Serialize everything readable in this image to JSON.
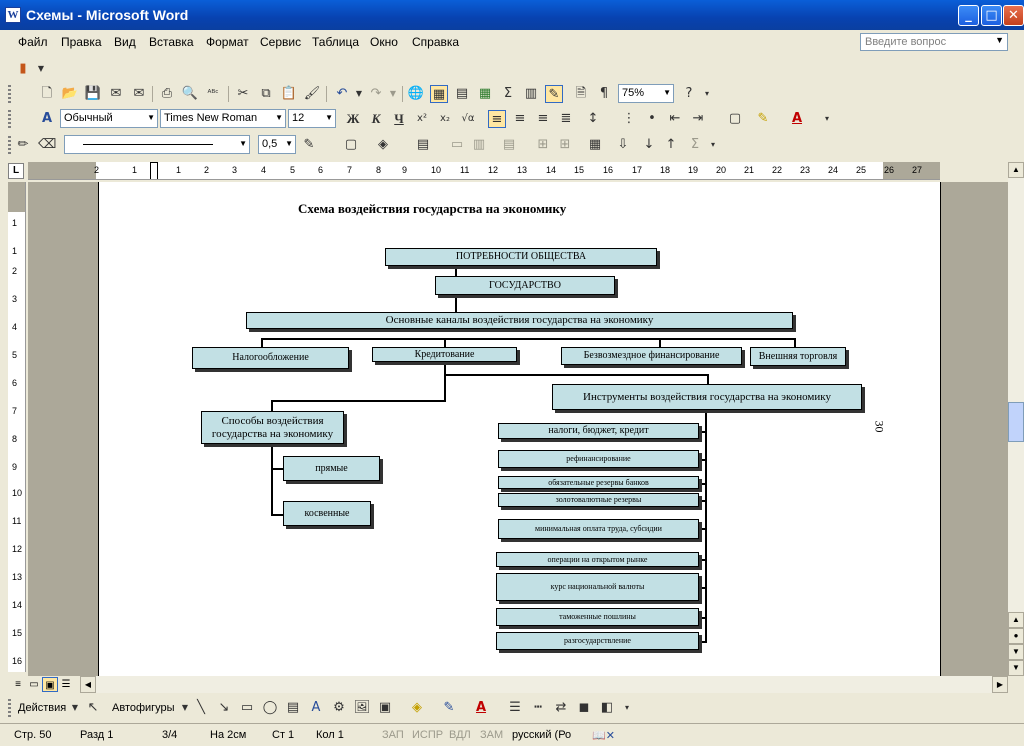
{
  "window": {
    "title": "Схемы - Microsoft Word"
  },
  "menu": [
    "Файл",
    "Правка",
    "Вид",
    "Вставка",
    "Формат",
    "Сервис",
    "Таблица",
    "Окно",
    "Справка"
  ],
  "ask_placeholder": "Введите вопрос",
  "toolbar": {
    "zoom": "75%"
  },
  "formatting": {
    "style": "Обычный",
    "font": "Times New Roman",
    "size": "12"
  },
  "drawing_line": {
    "width": "0,5"
  },
  "ruler": {
    "h_ticks": [
      "2",
      "1",
      "1",
      "2",
      "3",
      "4",
      "5",
      "6",
      "7",
      "8",
      "9",
      "10",
      "11",
      "12",
      "13",
      "14",
      "15",
      "16",
      "17",
      "18",
      "19",
      "20",
      "21",
      "22",
      "23",
      "24",
      "25",
      "26",
      "27"
    ],
    "v_ticks": [
      "1",
      "1",
      "2",
      "3",
      "4",
      "5",
      "6",
      "7",
      "8",
      "9",
      "10",
      "11",
      "12",
      "13",
      "14",
      "15",
      "16"
    ]
  },
  "document": {
    "title": "Схема воздействия государства на экономику",
    "page_number": "30",
    "needs": "ПОТРЕБНОСТИ ОБЩЕСТВА",
    "state": "ГОСУДАРСТВО",
    "channels": "Основные каналы  воздействия государства на экономику",
    "taxation": "Налогообложение",
    "crediting": "Кредитование",
    "free_financing": "Безвозмездное финансирование",
    "foreign_trade": "Внешняя торговля",
    "methods": "Способы воздействия государства на экономику",
    "direct": "прямые",
    "indirect": "косвенные",
    "instruments": "Инструменты воздействия государства на экономику",
    "instrument_items": [
      "налоги, бюджет, кредит",
      "рефинансирование",
      "обязательные резервы банков",
      "золотовалютные резервы",
      "минимальная оплата труда, субсидии",
      "операции на открытом рынке",
      "курс национальной валюты",
      "таможенные пошлины",
      "разгосударствление"
    ]
  },
  "drawing_toolbar": {
    "actions": "Действия",
    "autoshapes": "Автофигуры"
  },
  "status": {
    "page": "Стр. 50",
    "section": "Разд 1",
    "pages": "3/4",
    "at": "На 2см",
    "line": "Ст 1",
    "col": "Кол 1",
    "rec": "ЗАП",
    "trk": "ИСПР",
    "ext": "ВДЛ",
    "ovr": "ЗАМ",
    "lang": "русский (Ро"
  }
}
